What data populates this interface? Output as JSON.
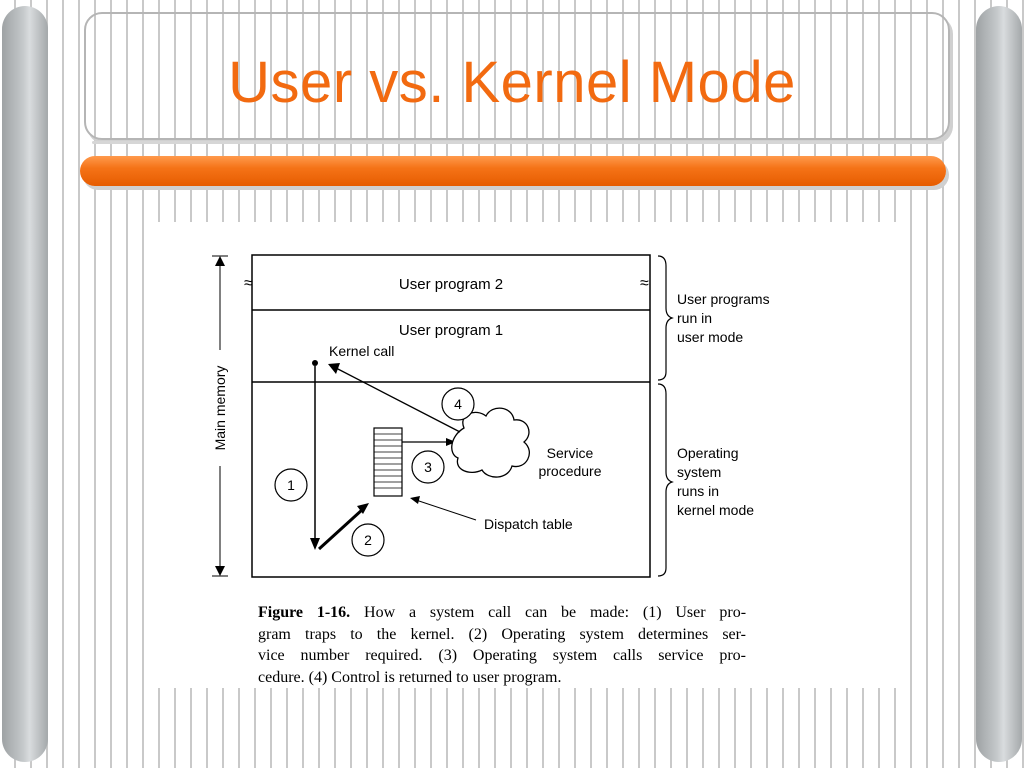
{
  "slide": {
    "title": "User vs. Kernel Mode"
  },
  "diagram": {
    "memory_axis_label": "Main memory",
    "user_program_2": "User program 2",
    "user_program_1": "User program 1",
    "kernel_call": "Kernel call",
    "service_procedure_line1": "Service",
    "service_procedure_line2": "procedure",
    "dispatch_table": "Dispatch table",
    "step_1": "1",
    "step_2": "2",
    "step_3": "3",
    "step_4": "4",
    "user_mode_note": [
      "User programs",
      "run in",
      "user mode"
    ],
    "kernel_mode_note": [
      "Operating",
      "system",
      "runs in",
      "kernel mode"
    ]
  },
  "caption": {
    "label": "Figure 1-16.",
    "text": "How a system call can be made: (1) User program traps to the kernel. (2) Operating system determines service number required. (3) Operating system calls service procedure. (4) Control is returned to user program.",
    "line1": "How a system call can be made: (1) User pro-",
    "line2": "gram traps to the kernel.  (2) Operating system determines ser-",
    "line3": "vice number required.  (3) Operating system calls service pro-",
    "line4": "cedure.  (4) Control is returned to user program."
  }
}
